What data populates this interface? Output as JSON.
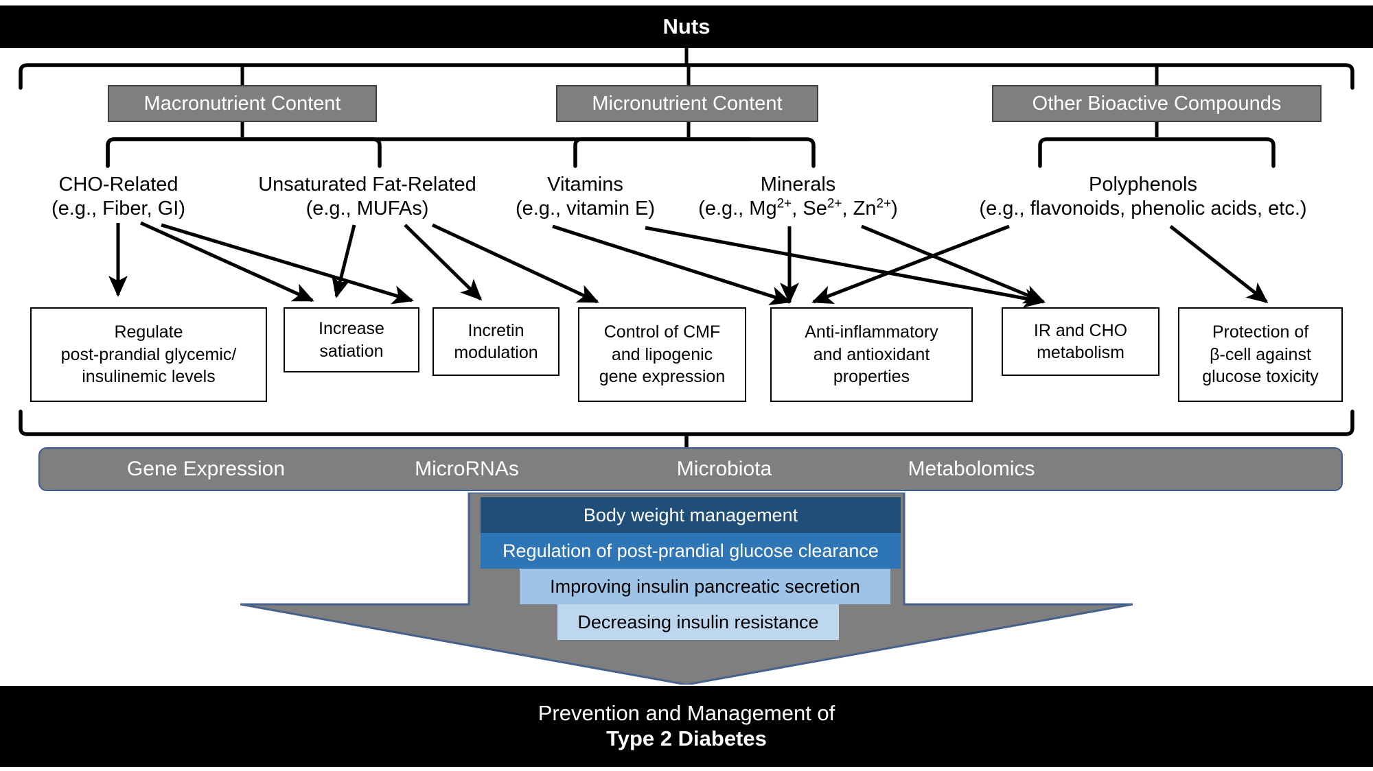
{
  "top_banner": {
    "title": "Nuts"
  },
  "bottom_banner": {
    "line1": "Prevention and Management of",
    "line2": "Type 2 Diabetes"
  },
  "categories": [
    {
      "label": "Macronutrient Content"
    },
    {
      "label": "Micronutrient Content"
    },
    {
      "label": "Other Bioactive Compounds"
    }
  ],
  "sources": [
    {
      "name": "CHO-Related",
      "example": "(e.g., Fiber, GI)"
    },
    {
      "name": "Unsaturated Fat-Related",
      "example": "(e.g., MUFAs)"
    },
    {
      "name": "Vitamins",
      "example": "(e.g., vitamin E)"
    },
    {
      "name": "Minerals",
      "example": "(e.g., Mg2+, Se2+, Zn2+)"
    },
    {
      "name": "Polyphenols",
      "example": "(e.g., flavonoids, phenolic acids, etc.)"
    }
  ],
  "outcomes": [
    {
      "lines": "Regulate\npost-prandial glycemic/\ninsulinemic levels"
    },
    {
      "lines": "Increase\nsatiation"
    },
    {
      "lines": "Incretin\nmodulation"
    },
    {
      "lines": "Control of CMF\nand lipogenic\ngene expression"
    },
    {
      "lines": "Anti-inflammatory\nand antioxidant\nproperties"
    },
    {
      "lines": "IR and CHO\nmetabolism"
    },
    {
      "lines": "Protection of\nβ-cell against\nglucose toxicity"
    }
  ],
  "omics": [
    {
      "label": "Gene Expression"
    },
    {
      "label": "MicroRNAs"
    },
    {
      "label": "Microbiota"
    },
    {
      "label": "Metabolomics"
    }
  ],
  "benefits": [
    {
      "label": "Body weight management",
      "color": "#1F4E79",
      "text_color": "#ffffff"
    },
    {
      "label": "Regulation of post-prandial glucose clearance",
      "color": "#2E75B6",
      "text_color": "#ffffff"
    },
    {
      "label": "Improving insulin pancreatic secretion",
      "color": "#9DC3E6",
      "text_color": "#000000"
    },
    {
      "label": "Decreasing insulin resistance",
      "color": "#BDD7EE",
      "text_color": "#000000"
    }
  ],
  "colors": {
    "banner_bg": "#000000",
    "chip_gray": "#7F7F7F",
    "arrow_gray": "#7F7F7F",
    "bar_outline_blue": "#3b5c8f",
    "benefit_dark": "#1F4E79",
    "benefit_mid": "#2E75B6",
    "benefit_light": "#9DC3E6",
    "benefit_lighter": "#BDD7EE"
  }
}
